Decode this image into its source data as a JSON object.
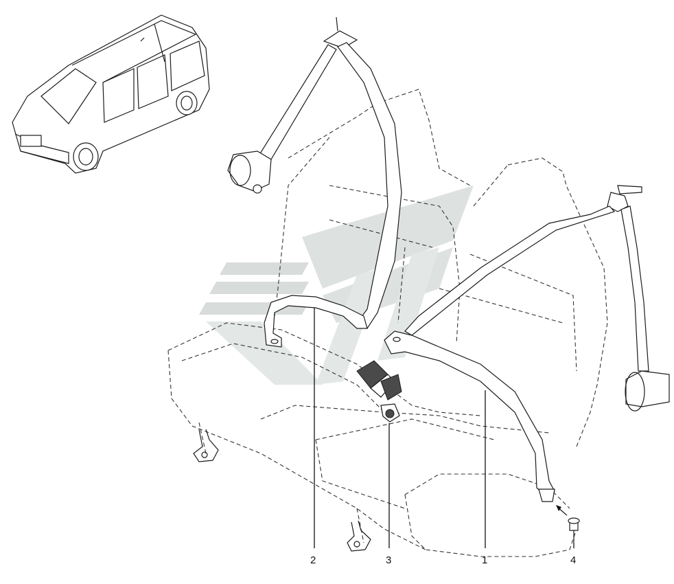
{
  "callouts": {
    "c1": "1",
    "c2": "2",
    "c3": "3",
    "c4": "4"
  },
  "icons": [
    "car-thumbnail",
    "seat-belt-retractor",
    "buckle",
    "bolt"
  ],
  "colors": {
    "line": "#1a1a1a",
    "watermark": "#c8cfcc"
  }
}
